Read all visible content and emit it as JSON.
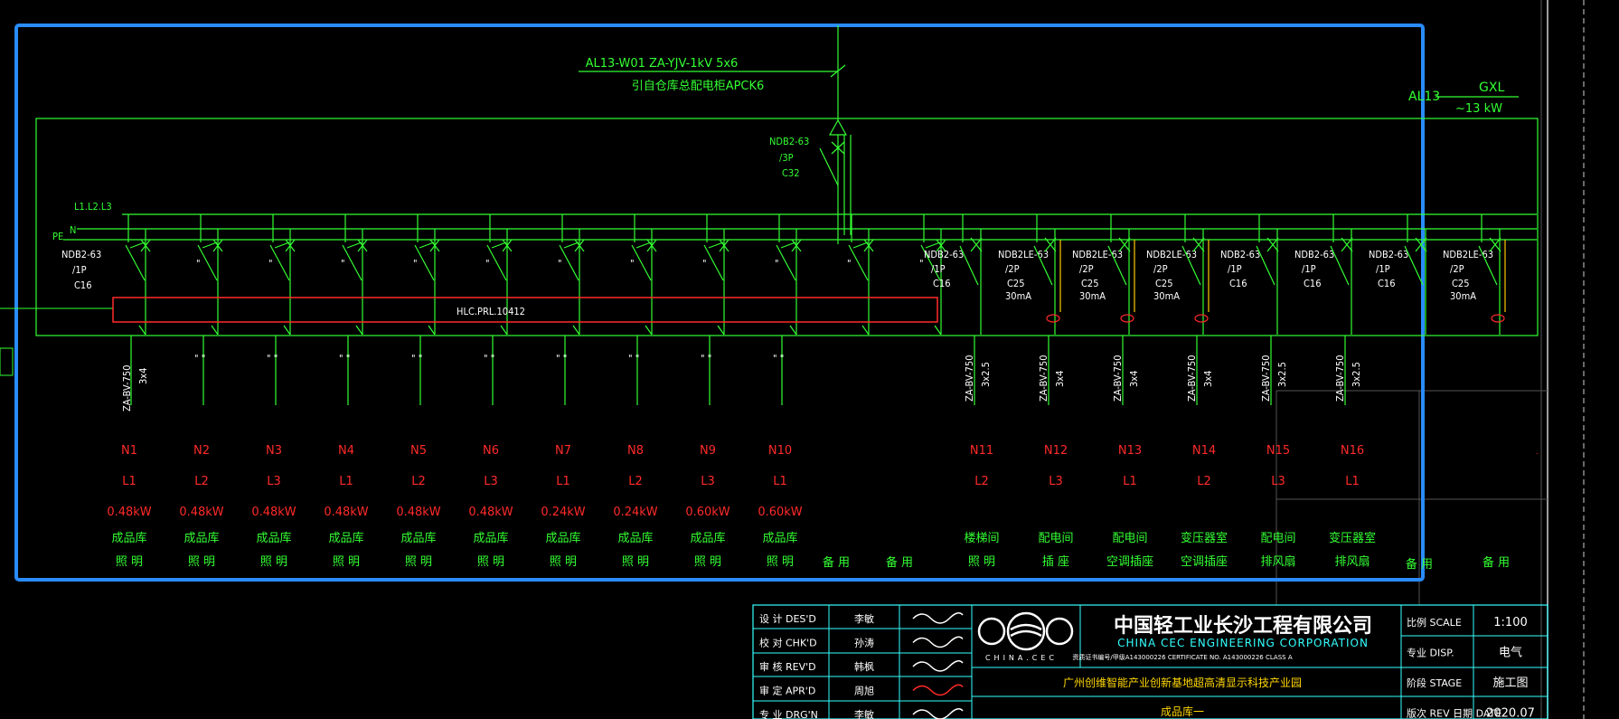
{
  "feeder": {
    "cable": "AL13-W01  ZA-YJV-1kV 5x6",
    "source": "引自仓库总配电柜APCK6"
  },
  "panel": {
    "id": "AL13",
    "model": "GXL",
    "power": "~13 kW"
  },
  "main_breaker": {
    "model": "NDB2-63",
    "poles": "/3P",
    "rating": "C32"
  },
  "bus": {
    "phases": "L1.L2.L3",
    "neutral": "N",
    "pe": "PE"
  },
  "hlc": {
    "label": "HLC.PRL.10412"
  },
  "first_breaker": {
    "model": "NDB2-63",
    "poles": "/1P",
    "rating": "C16"
  },
  "ditto_mark": "\"",
  "dots_mark": "\"  \"",
  "cable_spec_first": {
    "type": "ZA-BV-750",
    "size": "3x4"
  },
  "circuits": [
    {
      "id": "N1",
      "phase": "L1",
      "power": "0.48kW",
      "use1": "成品库",
      "use2": "照 明"
    },
    {
      "id": "N2",
      "phase": "L2",
      "power": "0.48kW",
      "use1": "成品库",
      "use2": "照 明"
    },
    {
      "id": "N3",
      "phase": "L3",
      "power": "0.48kW",
      "use1": "成品库",
      "use2": "照 明"
    },
    {
      "id": "N4",
      "phase": "L1",
      "power": "0.48kW",
      "use1": "成品库",
      "use2": "照 明"
    },
    {
      "id": "N5",
      "phase": "L2",
      "power": "0.48kW",
      "use1": "成品库",
      "use2": "照 明"
    },
    {
      "id": "N6",
      "phase": "L3",
      "power": "0.48kW",
      "use1": "成品库",
      "use2": "照 明"
    },
    {
      "id": "N7",
      "phase": "L1",
      "power": "0.24kW",
      "use1": "成品库",
      "use2": "照 明"
    },
    {
      "id": "N8",
      "phase": "L2",
      "power": "0.24kW",
      "use1": "成品库",
      "use2": "照 明"
    },
    {
      "id": "N9",
      "phase": "L3",
      "power": "0.60kW",
      "use1": "成品库",
      "use2": "照 明"
    },
    {
      "id": "N10",
      "phase": "L1",
      "power": "0.60kW",
      "use1": "成品库",
      "use2": "照 明"
    }
  ],
  "spare_label": "备 用",
  "right_breakers": [
    {
      "model": "NDB2-63",
      "poles": "/1P",
      "rating": "C16",
      "extra": ""
    },
    {
      "model": "NDB2LE-63",
      "poles": "/2P",
      "rating": "C25",
      "extra": "30mA"
    },
    {
      "model": "NDB2LE-63",
      "poles": "/2P",
      "rating": "C25",
      "extra": "30mA"
    },
    {
      "model": "NDB2LE-63",
      "poles": "/2P",
      "rating": "C25",
      "extra": "30mA"
    },
    {
      "model": "NDB2-63",
      "poles": "/1P",
      "rating": "C16",
      "extra": ""
    },
    {
      "model": "NDB2-63",
      "poles": "/1P",
      "rating": "C16",
      "extra": ""
    },
    {
      "model": "NDB2-63",
      "poles": "/1P",
      "rating": "C16",
      "extra": ""
    },
    {
      "model": "NDB2LE-63",
      "poles": "/2P",
      "rating": "C25",
      "extra": "30mA"
    }
  ],
  "right_cables": [
    {
      "type": "ZA-BV-750",
      "size": "3x2.5"
    },
    {
      "type": "ZA-BV-750",
      "size": "3x4"
    },
    {
      "type": "ZA-BV-750",
      "size": "3x4"
    },
    {
      "type": "ZA-BV-750",
      "size": "3x4"
    },
    {
      "type": "ZA-BV-750",
      "size": "3x2.5"
    },
    {
      "type": "ZA-BV-750",
      "size": "3x2.5"
    }
  ],
  "right_circuits": [
    {
      "id": "N11",
      "phase": "L2",
      "use1": "楼梯间",
      "use2": "照 明"
    },
    {
      "id": "N12",
      "phase": "L3",
      "use1": "配电间",
      "use2": "插 座"
    },
    {
      "id": "N13",
      "phase": "L1",
      "use1": "配电间",
      "use2": "空调插座"
    },
    {
      "id": "N14",
      "phase": "L2",
      "use1": "变压器室",
      "use2": "空调插座"
    },
    {
      "id": "N15",
      "phase": "L3",
      "use1": "配电间",
      "use2": "排风扇"
    },
    {
      "id": "N16",
      "phase": "L1",
      "use1": "变压器室",
      "use2": "排风扇"
    }
  ],
  "title_block": {
    "rows": [
      {
        "label": "设 计 DES'D",
        "name": "李敏"
      },
      {
        "label": "校 对 CHK'D",
        "name": "孙涛"
      },
      {
        "label": "审 核 REV'D",
        "name": "韩枫"
      },
      {
        "label": "审 定 APR'D",
        "name": "周旭"
      },
      {
        "label": "专 业 DRG'N",
        "name": "李敏"
      }
    ],
    "logo_text": "CHINA.CEC",
    "company_cn": "中国轻工业长沙工程有限公司",
    "company_en": "CHINA CEC  ENGINEERING  CORPORATION",
    "certificate": "资质证书编号/甲级A143000226  CERTIFICATE NO. A143000226  CLASS A",
    "project": "广州创维智能产业创新基地超高清显示科技产业园",
    "drawing": "成品库一",
    "fields": [
      {
        "label": "比例 SCALE",
        "value": "1:100"
      },
      {
        "label": "专业 DISP.",
        "value": "电气"
      },
      {
        "label": "阶段 STAGE",
        "value": "施工图"
      },
      {
        "label": "版次 REV  日期 DATE",
        "value": "2020.07"
      }
    ]
  }
}
